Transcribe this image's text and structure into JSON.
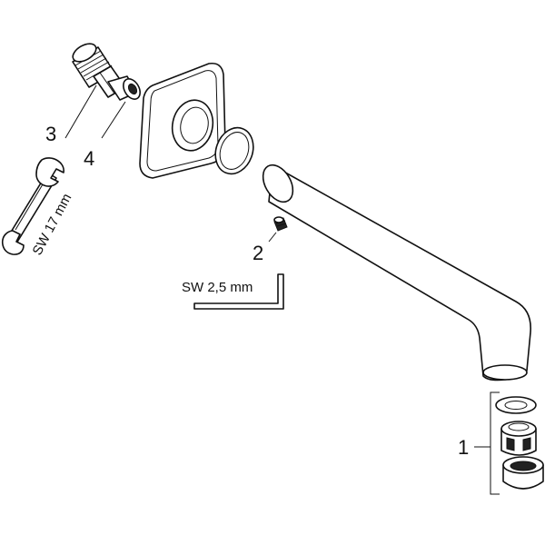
{
  "labels": {
    "part_1": "1",
    "part_2": "2",
    "part_3": "3",
    "part_4": "4",
    "wrench_size": "SW 17 mm",
    "allen_key_size": "SW 2,5 mm"
  }
}
